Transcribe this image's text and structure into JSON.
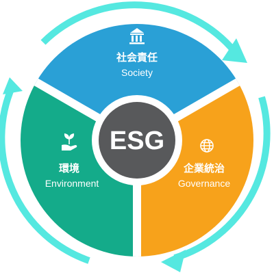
{
  "diagram": {
    "center": {
      "label": "ESG",
      "color": "#58595b"
    },
    "segments": [
      {
        "id": "society",
        "label_cn": "社会責任",
        "label_en": "Society",
        "icon": "building-columns-icon",
        "color": "#2aa0d6"
      },
      {
        "id": "governance",
        "label_cn": "企業統治",
        "label_en": "Governance",
        "icon": "globe-icon",
        "color": "#f7a21b"
      },
      {
        "id": "environment",
        "label_cn": "環境",
        "label_en": "Environment",
        "icon": "hand-sprout-icon",
        "color": "#14ab8a"
      }
    ],
    "arrow_color": "#55e8e0",
    "divider_color": "#ffffff"
  }
}
